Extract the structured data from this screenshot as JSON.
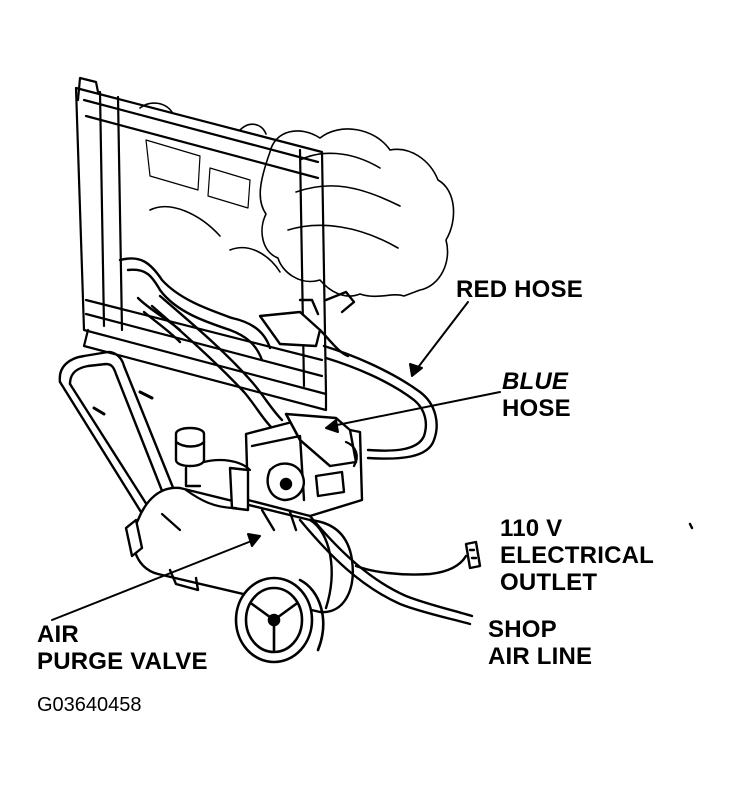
{
  "labels": {
    "red_hose": "RED HOSE",
    "blue_hose_line1": "BLUE",
    "blue_hose_line2": "HOSE",
    "outlet_line1": "110 V",
    "outlet_line2": "ELECTRICAL",
    "outlet_line3": "OUTLET",
    "shop_air_line1": "SHOP",
    "shop_air_line2": "AIR LINE",
    "purge_line1": "AIR",
    "purge_line2": "PURGE VALVE"
  },
  "figure_id": "G03640458",
  "colors": {
    "ink": "#000000",
    "paper": "#ffffff"
  }
}
